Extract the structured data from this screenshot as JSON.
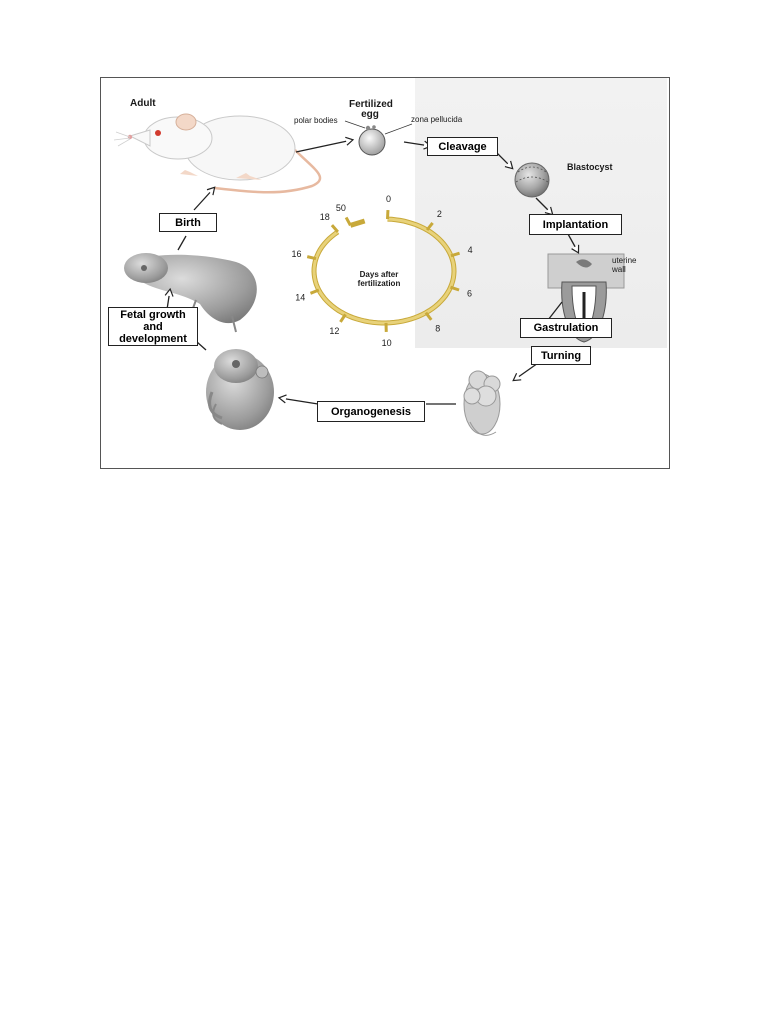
{
  "labels": {
    "adult": "Adult",
    "fertilized_egg": "Fertilized egg",
    "polar_bodies": "polar bodies",
    "zona_pellucida": "zona pellucida",
    "blastocyst": "Blastocyst",
    "uterine_wall": "uterine wall",
    "center": "Days after fertilization"
  },
  "stages": {
    "cleavage": "Cleavage",
    "implantation": "Implantation",
    "gastrulation": "Gastrulation",
    "turning": "Turning",
    "organogenesis": "Organogenesis",
    "fetal": "Fetal growth and development",
    "birth": "Birth"
  },
  "timeline": {
    "unit": "Days after fertilization",
    "ticks": [
      "0",
      "2",
      "4",
      "6",
      "8",
      "10",
      "12",
      "14",
      "16",
      "18",
      "50"
    ]
  },
  "colors": {
    "timeline": "#e8d27a",
    "timeline_stroke": "#c8a93a",
    "frame": "#555555",
    "embryo": "#a8a8a8"
  }
}
